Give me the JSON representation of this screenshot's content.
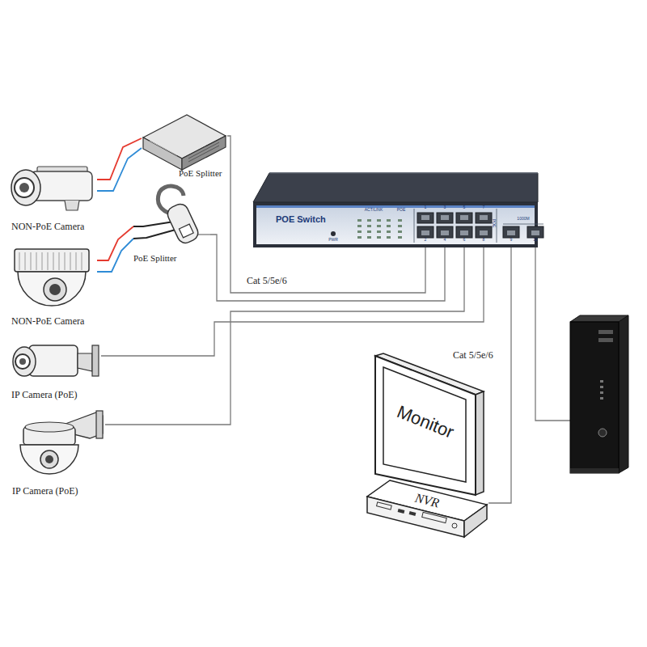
{
  "diagram": {
    "nodes": [
      {
        "text": [
          "PoE Splitter"
        ]
      },
      {
        "text": [
          "NON-PoE Camera"
        ]
      },
      {
        "text": [
          "POE Switch"
        ]
      },
      {
        "text": [
          "PoE Splitter"
        ]
      },
      {
        "text": [
          "NON-PoE Camera"
        ]
      },
      {
        "text": [
          "IP Camera (PoE)"
        ]
      },
      {
        "text": [
          "IP Camera (PoE)"
        ]
      },
      {
        "text": [
          "Monitor"
        ]
      },
      {
        "text": [
          "NVR"
        ]
      }
    ],
    "edges": [
      {
        "from": 0,
        "to": 1,
        "arrow": "none"
      },
      {
        "from": 0,
        "to": 1,
        "arrow": "none"
      },
      {
        "from": 3,
        "to": 4,
        "arrow": "none"
      },
      {
        "from": 3,
        "to": 4,
        "arrow": "none"
      },
      {
        "from": 2,
        "to": 0,
        "arrow": "none"
      },
      {
        "from": 2,
        "to": 3,
        "arrow": "none"
      },
      {
        "from": 2,
        "to": 5,
        "arrow": "none"
      },
      {
        "from": 2,
        "to": 6,
        "arrow": "none"
      },
      {
        "from": 2,
        "to": 8,
        "arrow": "none"
      }
    ],
    "labels": [
      "ACT/LINK",
      "POE",
      "1",
      "3",
      "5",
      "7",
      "2",
      "4",
      "6",
      "8",
      "POE",
      "1000M",
      "9",
      "10",
      "PWR",
      "Cat 5/5e/6",
      "Cat 5/5e/6"
    ]
  }
}
